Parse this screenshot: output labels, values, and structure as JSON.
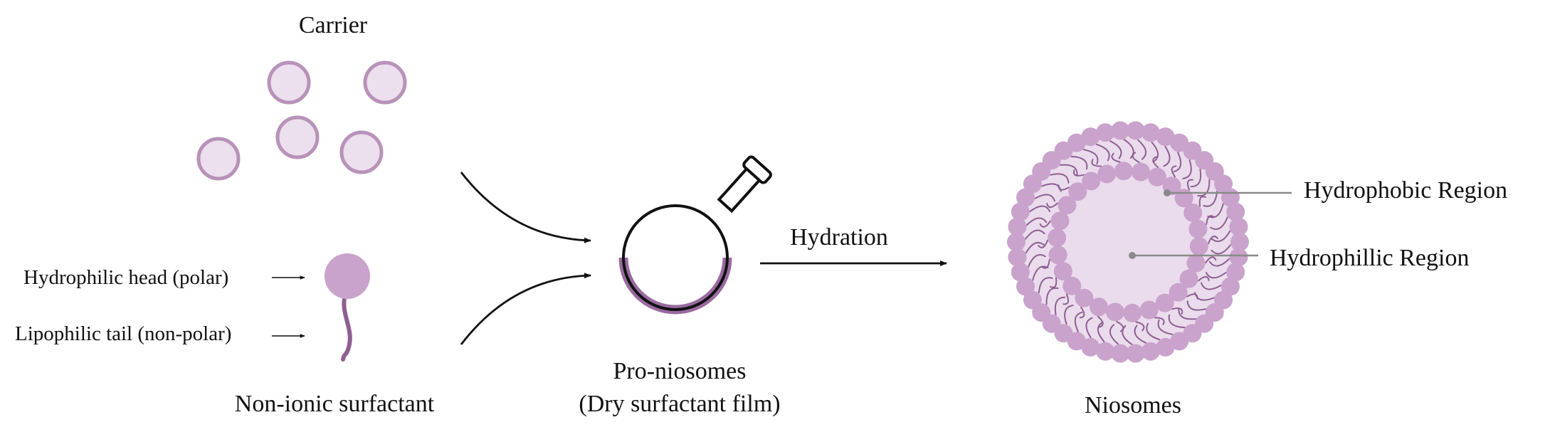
{
  "labels": {
    "carrier": "Carrier",
    "hydrophilic_head": "Hydrophilic head (polar)",
    "lipophilic_tail": "Lipophilic tail (non-polar)",
    "non_ionic_surfactant": "Non-ionic surfactant",
    "pro_niosomes_line1": "Pro-niosomes",
    "pro_niosomes_line2": "(Dry surfactant film)",
    "hydration": "Hydration",
    "niosomes": "Niosomes",
    "hydrophobic_region": "Hydrophobic Region",
    "hydrophillic_region": "Hydrophillic Region"
  },
  "colors": {
    "carrier_fill": "#ecdfee",
    "carrier_stroke": "#b892b8",
    "head": "#c9a3cc",
    "tail": "#8e5f92",
    "core": "#eadcec",
    "film": "#9a6aa0",
    "ink": "#111111",
    "pointer": "#8a8a8a"
  },
  "icons": {
    "flask": "round-bottom-flask-icon",
    "surfactant": "surfactant-molecule-icon"
  }
}
